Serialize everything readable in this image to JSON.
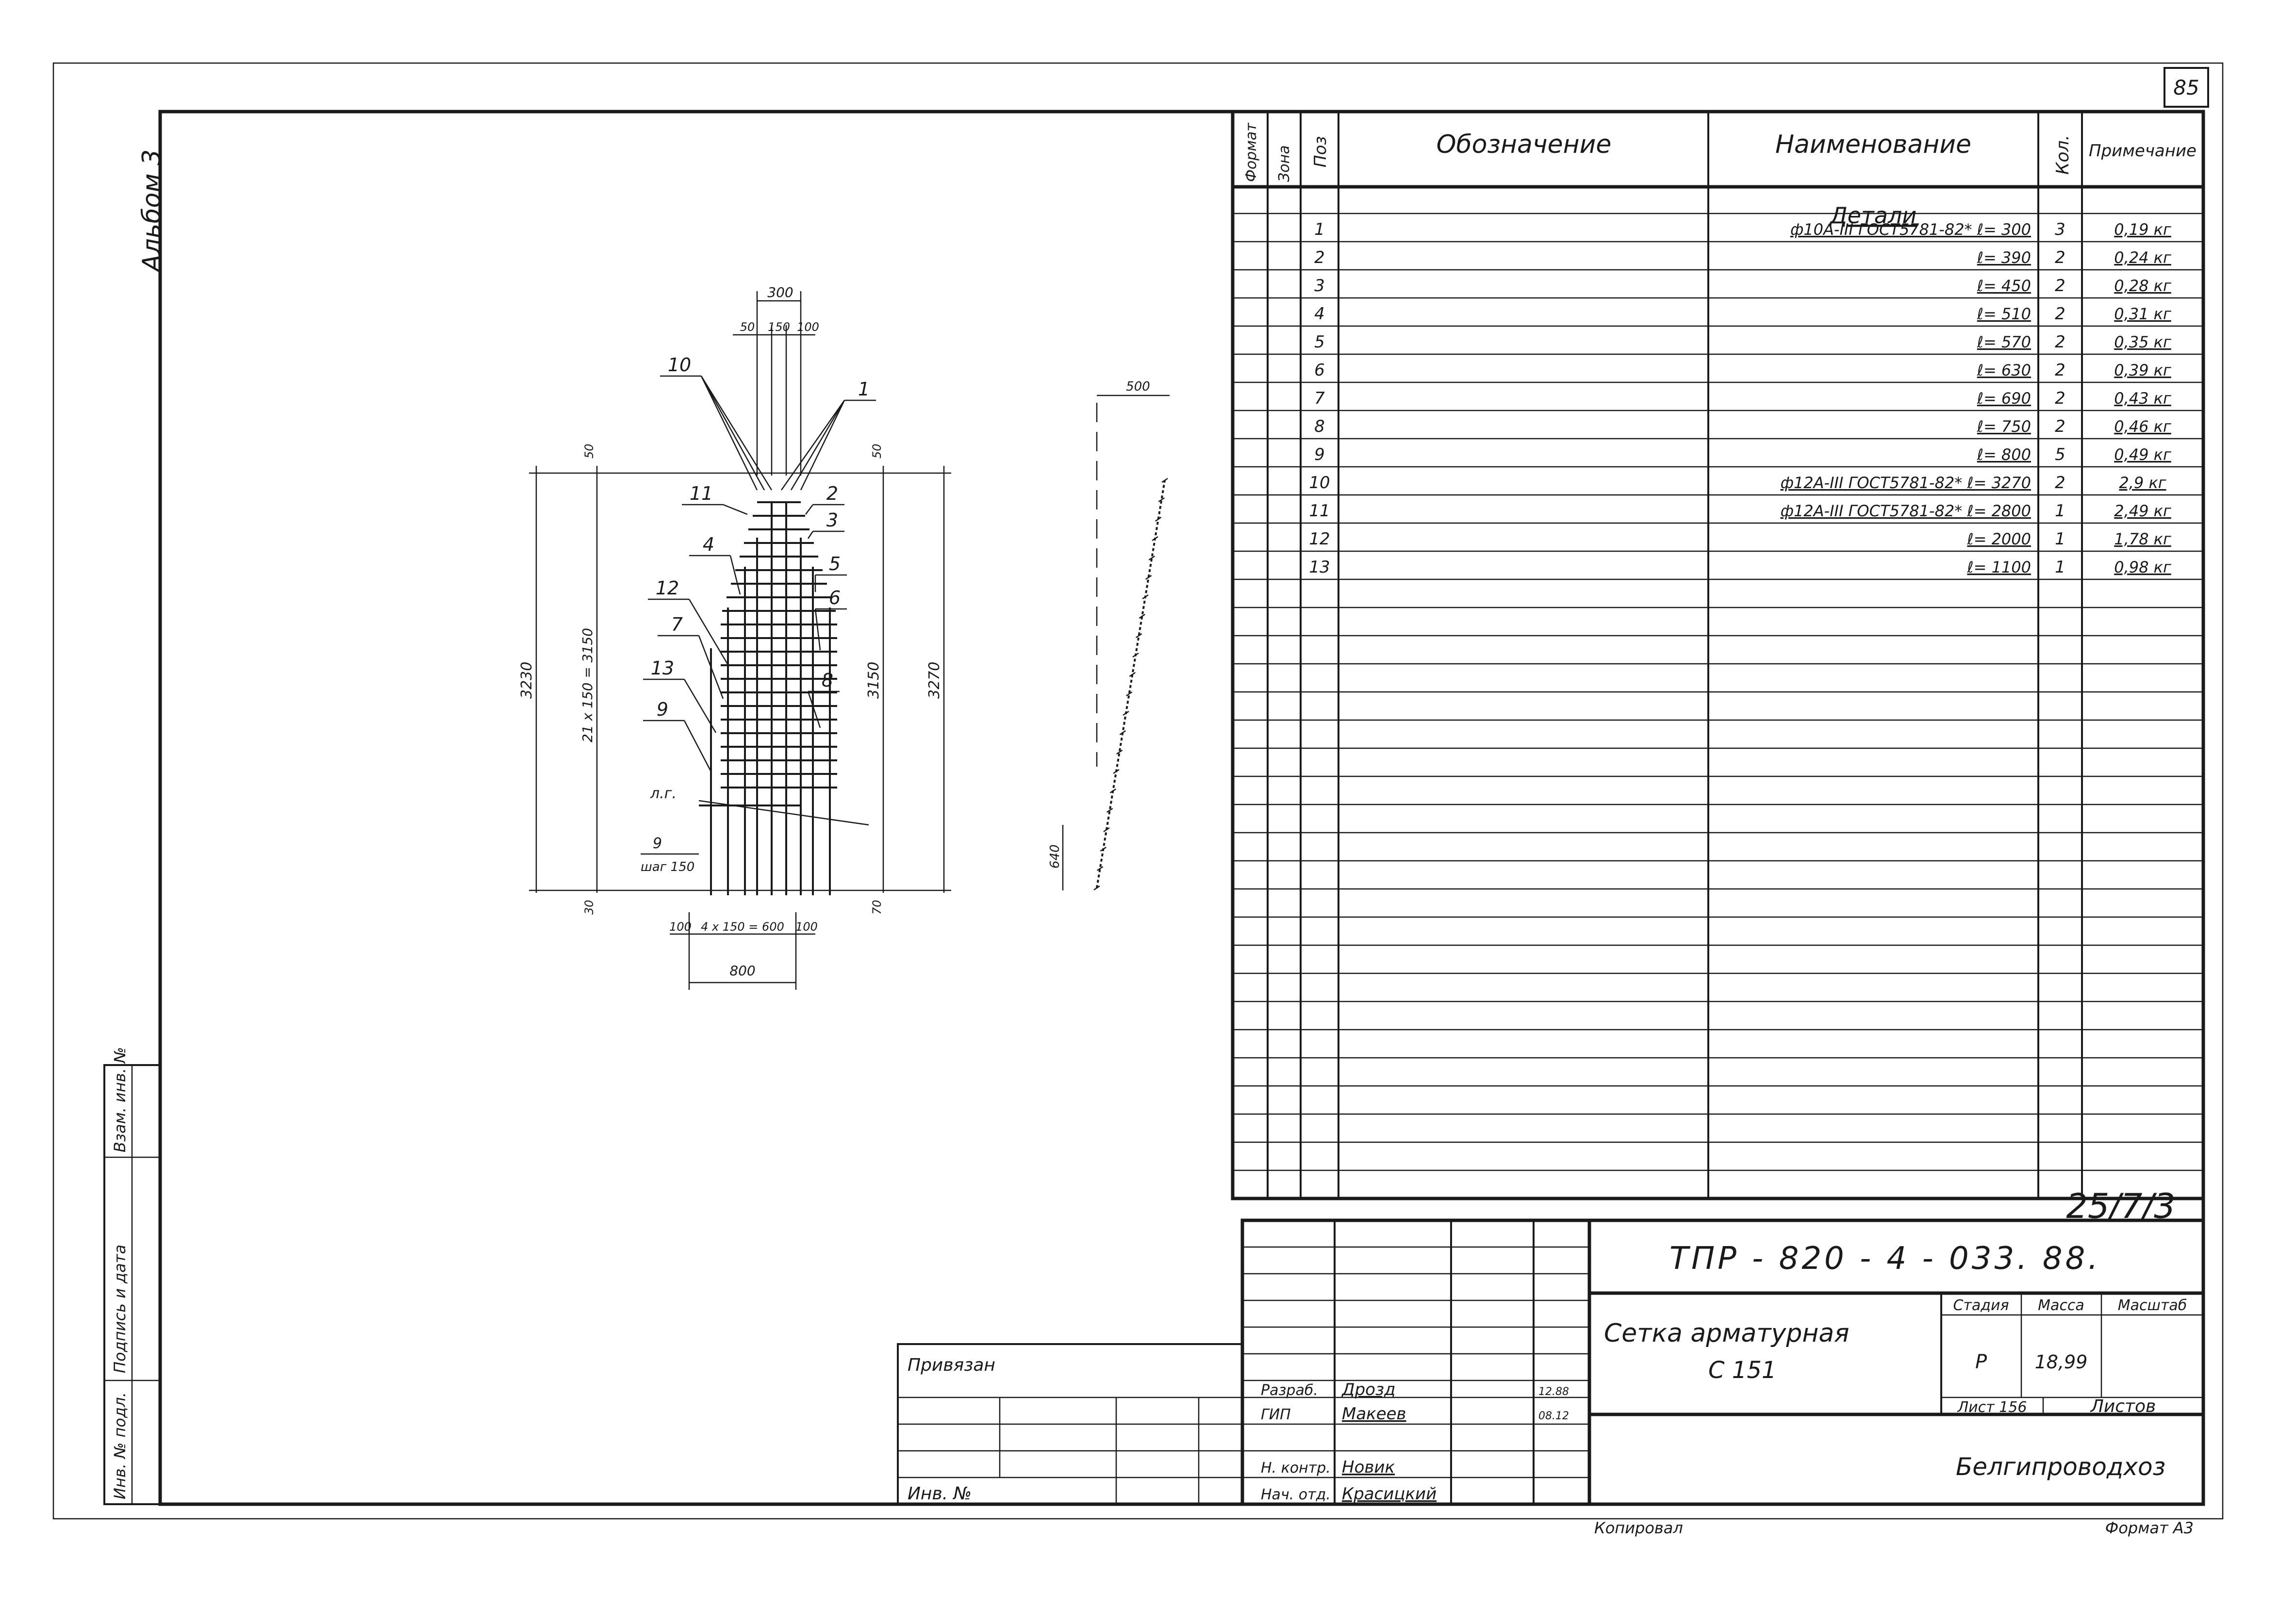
{
  "sheet_number": "85",
  "album": "Альбом 3",
  "spec_table": {
    "headers": {
      "format": "Формат",
      "zone": "Зона",
      "pos": "Поз",
      "designation": "Обозначение",
      "name": "Наименование",
      "qty": "Кол.",
      "note": "Примечание"
    },
    "section_title": "Детали",
    "rows": [
      {
        "pos": "1",
        "name": "ф10А-III ГОСТ5781-82* ℓ= 300",
        "qty": "3",
        "note": "0,19 кг"
      },
      {
        "pos": "2",
        "name": "ℓ= 390",
        "qty": "2",
        "note": "0,24 кг"
      },
      {
        "pos": "3",
        "name": "ℓ= 450",
        "qty": "2",
        "note": "0,28 кг"
      },
      {
        "pos": "4",
        "name": "ℓ= 510",
        "qty": "2",
        "note": "0,31 кг"
      },
      {
        "pos": "5",
        "name": "ℓ= 570",
        "qty": "2",
        "note": "0,35 кг"
      },
      {
        "pos": "6",
        "name": "ℓ= 630",
        "qty": "2",
        "note": "0,39 кг"
      },
      {
        "pos": "7",
        "name": "ℓ= 690",
        "qty": "2",
        "note": "0,43 кг"
      },
      {
        "pos": "8",
        "name": "ℓ= 750",
        "qty": "2",
        "note": "0,46 кг"
      },
      {
        "pos": "9",
        "name": "ℓ= 800",
        "qty": "5",
        "note": "0,49 кг"
      },
      {
        "pos": "10",
        "name": "ф12А-III ГОСТ5781-82* ℓ= 3270",
        "qty": "2",
        "note": "2,9 кг"
      },
      {
        "pos": "11",
        "name": "ф12А-III ГОСТ5781-82* ℓ= 2800",
        "qty": "1",
        "note": "2,49 кг"
      },
      {
        "pos": "12",
        "name": "ℓ= 2000",
        "qty": "1",
        "note": "1,78 кг"
      },
      {
        "pos": "13",
        "name": "ℓ= 1100",
        "qty": "1",
        "note": "0,98 кг"
      }
    ],
    "footer_code": "25/7/3"
  },
  "title_block": {
    "document_code": "ТПР - 820 - 4 - 033. 88.",
    "title_line1": "Сетка  арматурная",
    "title_line2": "С 151",
    "stage_label": "Стадия",
    "stage": "Р",
    "mass_label": "Масса",
    "mass": "18,99",
    "scale_label": "Масштаб",
    "sheet_label": "Лист 156",
    "sheets_label": "Листов",
    "organization": "Белгипроводхоз",
    "bound_label": "Привязан",
    "inv_label": "Инв. №",
    "roles": [
      {
        "role": "Разраб.",
        "name": "Дрозд",
        "date": "12.88"
      },
      {
        "role": "ГИП",
        "name": "Макеев",
        "date": "08.12"
      },
      {
        "role": "Н. контр.",
        "name": "Новик",
        "date": ""
      },
      {
        "role": "Нач. отд.",
        "name": "Красицкий",
        "date": ""
      }
    ]
  },
  "side_strip": {
    "inv_orig": "Инв. № подл.",
    "sign_date": "Подпись и дата",
    "repl_inv": "Взам. инв. №"
  },
  "bottom": {
    "copied": "Копировал",
    "format": "Формат А3"
  },
  "drawing": {
    "dims": {
      "top_total": "300",
      "top_left": "50",
      "top_mid": "150",
      "top_right": "100",
      "side_left_top": "50",
      "side_right_top": "50",
      "height_left": "3230",
      "spacing_left": "21 x 150 = 3150",
      "height_inner_right": "3150",
      "height_right": "3270",
      "bottom_left": "30",
      "bottom_right": "70",
      "bottom_spacing_left": "100",
      "bottom_spacing_mid": "4 x 150 = 600",
      "bottom_spacing_right": "100",
      "bottom_total": "800",
      "side_view_top": "500",
      "side_view_bottom": "640"
    },
    "callouts_left": [
      "10",
      "11",
      "4",
      "12",
      "7",
      "13",
      "9"
    ],
    "callouts_right": [
      "1",
      "2",
      "3",
      "5",
      "6",
      "8"
    ],
    "lg_label": "л.г.",
    "step_label_num": "9",
    "step_label": "шаг 150"
  }
}
